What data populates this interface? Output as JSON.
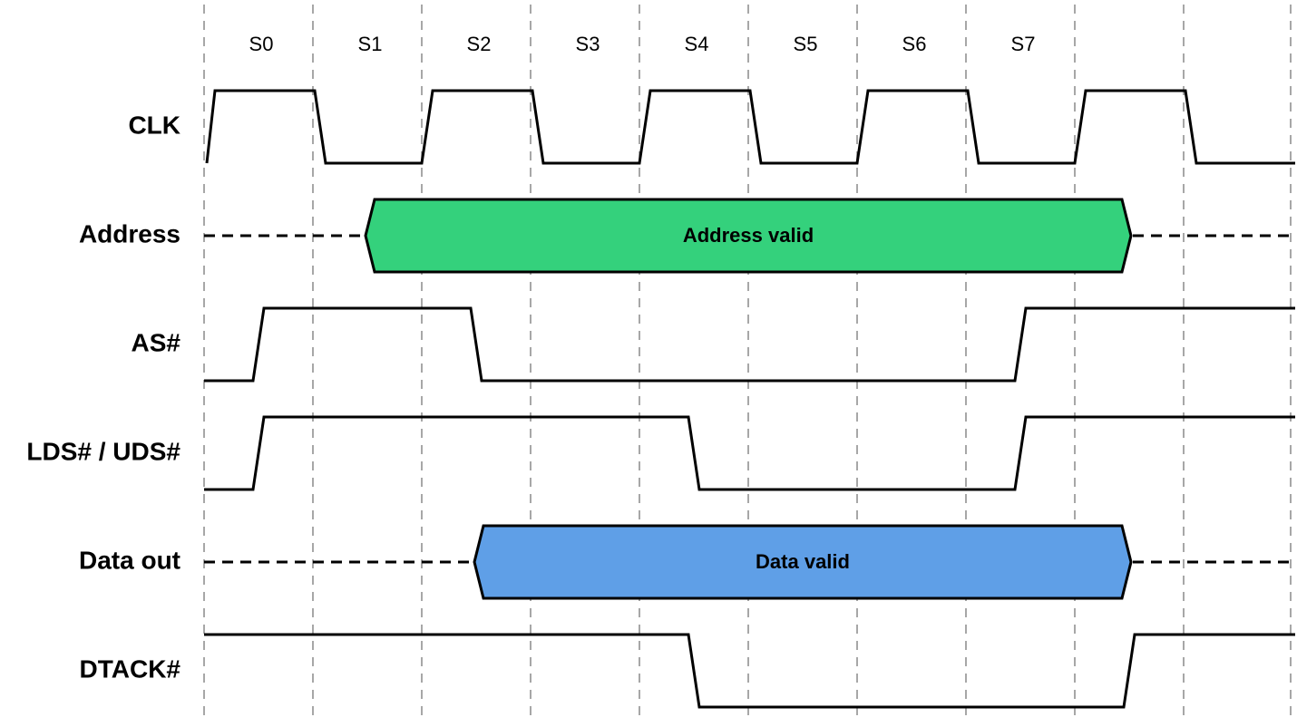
{
  "states": [
    "S0",
    "S1",
    "S2",
    "S3",
    "S4",
    "S5",
    "S6",
    "S7"
  ],
  "signals": [
    {
      "id": "clk",
      "name": "CLK",
      "type": "clock",
      "high_start": [
        0,
        2,
        4,
        6,
        8
      ],
      "high_end": [
        1,
        3,
        5,
        7,
        9
      ]
    },
    {
      "id": "address",
      "name": "Address",
      "type": "bus",
      "label": "Address valid",
      "start": 1.5,
      "end": 8.5,
      "color": "#34d17c"
    },
    {
      "id": "as",
      "name": "AS#",
      "type": "digital",
      "initial": "low",
      "transitions": [
        0.5,
        2.5,
        7.5
      ]
    },
    {
      "id": "lds-uds",
      "name": "LDS# / UDS#",
      "type": "digital",
      "initial": "low",
      "transitions": [
        0.5,
        4.5,
        7.5
      ]
    },
    {
      "id": "data-out",
      "name": "Data out",
      "type": "bus",
      "label": "Data valid",
      "start": 2.5,
      "end": 8.5,
      "color": "#5f9fe7"
    },
    {
      "id": "dtack",
      "name": "DTACK#",
      "type": "digital",
      "initial": "high",
      "transitions": [
        4.5,
        8.5
      ]
    }
  ]
}
